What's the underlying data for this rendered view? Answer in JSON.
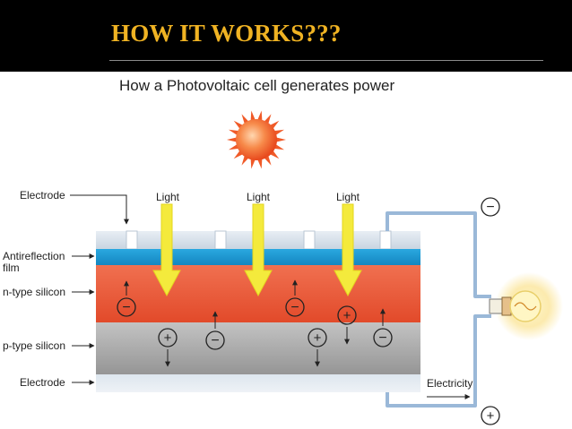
{
  "slide": {
    "title": "HOW IT  WORKS???"
  },
  "diagram": {
    "title": "How a Photovoltaic cell generates power",
    "layer_labels": {
      "electrode_top": "Electrode",
      "antireflection_line1": "Antireflection",
      "antireflection_line2": "film",
      "n_type": "n-type silicon",
      "p_type": "p-type silicon",
      "electrode_bottom": "Electrode"
    },
    "light_labels": [
      "Light",
      "Light",
      "Light"
    ],
    "electricity_label": "Electricity",
    "terminal_negative": "−",
    "terminal_positive": "+",
    "charge_symbols": {
      "negative": "−",
      "positive": "+"
    },
    "colors": {
      "sun": "#f05a28",
      "light_arrow": "#f4ea3c",
      "n_type": "#ea5b3a",
      "p_type": "#a9a9a9",
      "antireflection": "#1e9ad6",
      "wire": "#9ab8d8",
      "header_background": "#000000",
      "title_color": "#f0b323"
    },
    "icons": [
      "sun-icon",
      "light-arrow-icon",
      "bulb-icon"
    ]
  }
}
